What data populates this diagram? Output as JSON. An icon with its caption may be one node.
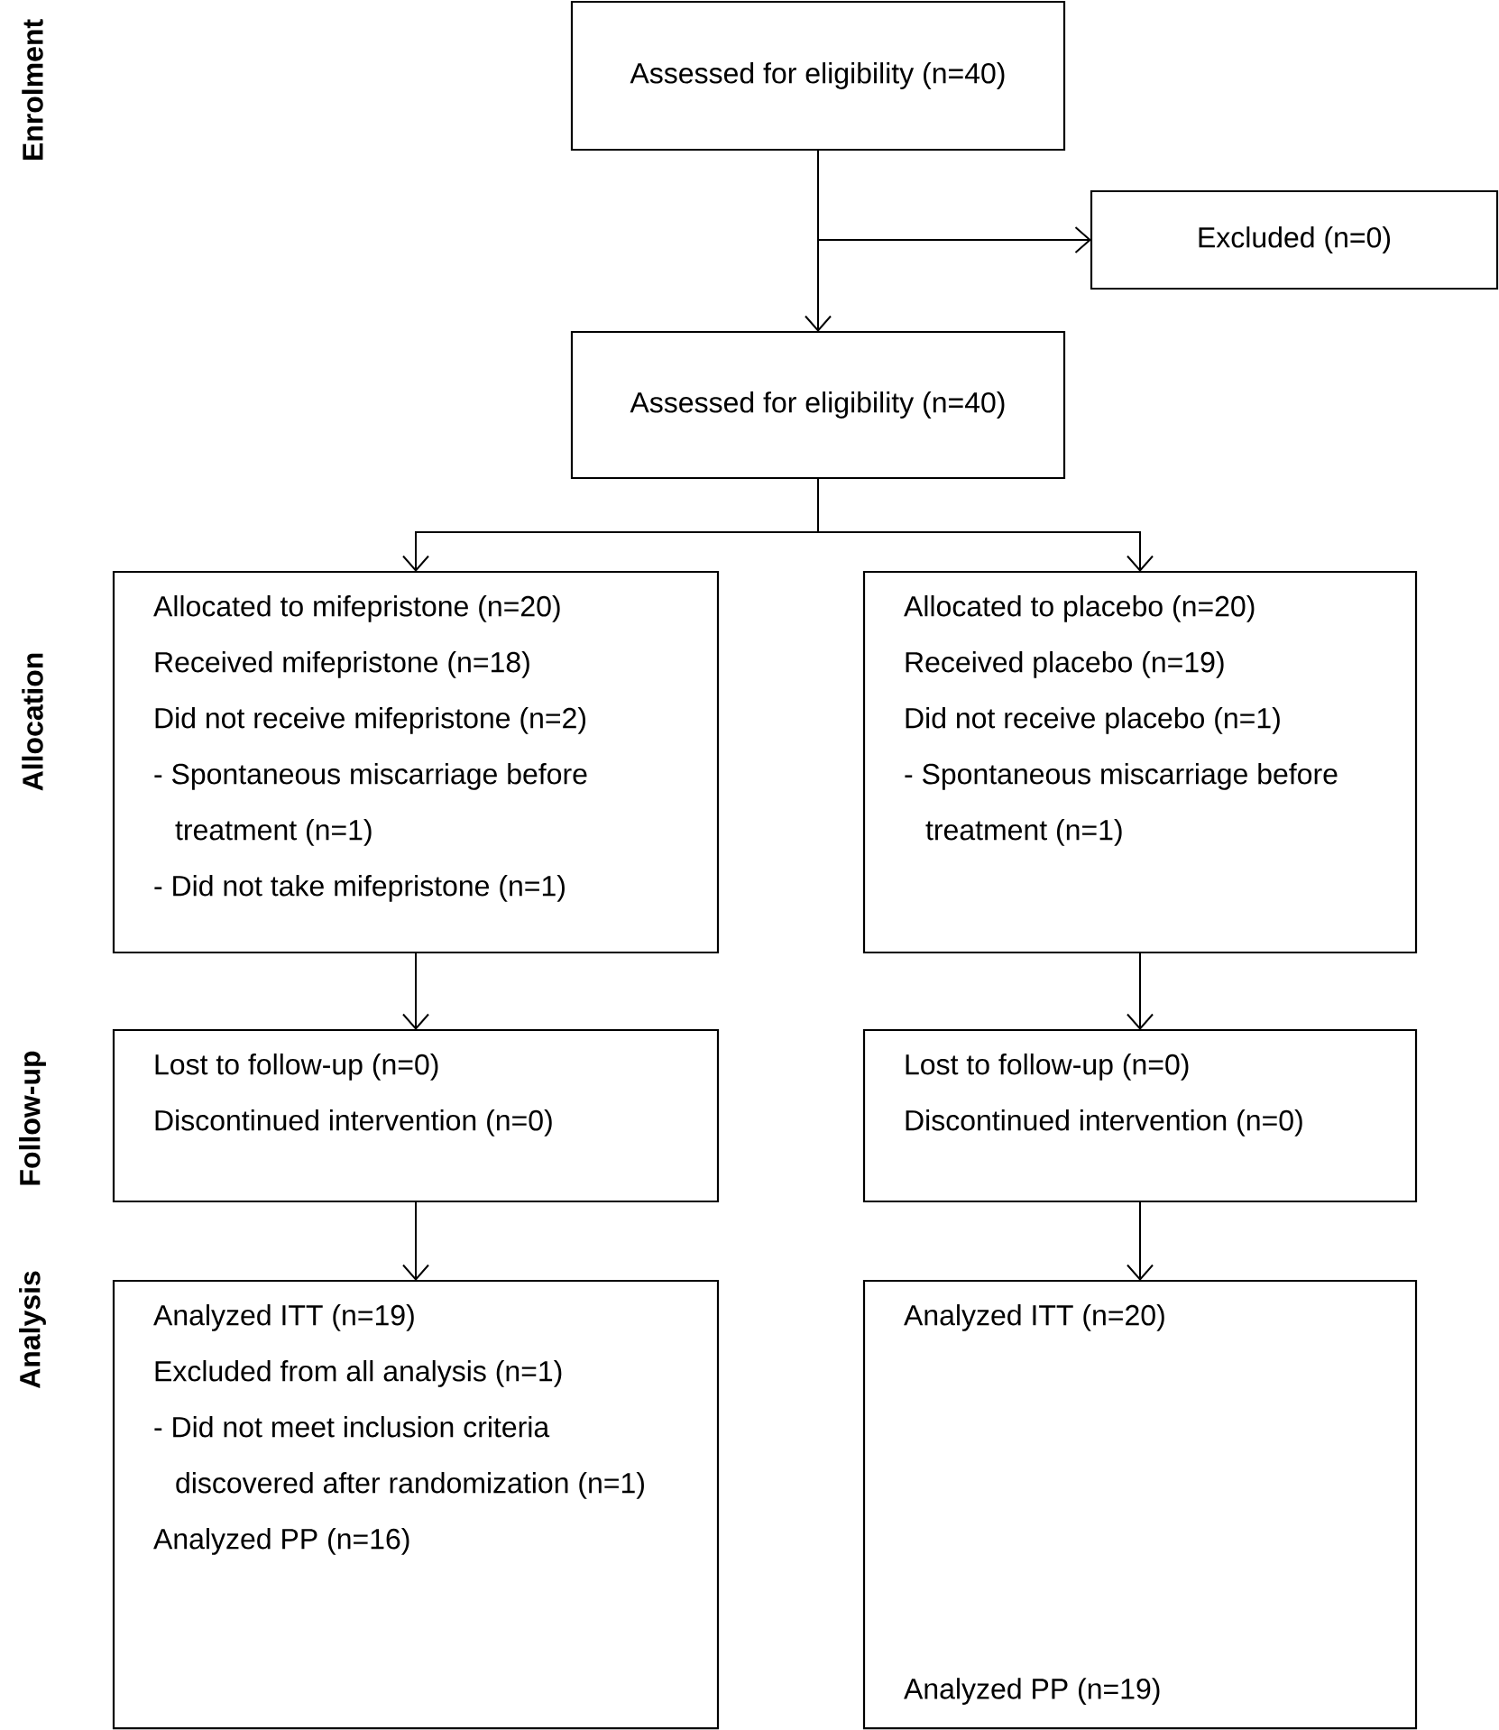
{
  "diagram": {
    "nodes": [
      {
        "text": [
          "Assessed for eligibility (n=40)"
        ]
      },
      {
        "text": [
          "Excluded (n=0)"
        ]
      },
      {
        "text": [
          "Assessed for eligibility (n=40)"
        ]
      },
      {
        "text": [
          "Allocated to mifepristone (n=20)",
          "Received mifepristone (n=18)",
          "Did not receive mifepristone (n=2)",
          "- Spontaneous miscarriage before treatment (n=1)",
          "- Did not take mifepristone (n=1)"
        ]
      },
      {
        "text": [
          "Allocated to placebo (n=20)",
          "Received placebo (n=19)",
          "Did not receive placebo (n=1)",
          "- Spontaneous miscarriage before treatment (n=1)"
        ]
      },
      {
        "text": [
          "Lost to follow-up (n=0)",
          "Discontinued intervention (n=0)"
        ]
      },
      {
        "text": [
          "Lost to follow-up (n=0)",
          "Discontinued intervention (n=0)"
        ]
      },
      {
        "text": [
          "Analyzed ITT (n=19)",
          "Excluded from all analysis (n=1)",
          "- Did not meet inclusion criteria discovered after randomization (n=1)",
          "Analyzed PP (n=16)"
        ]
      },
      {
        "text": [
          "Analyzed ITT (n=20)",
          "Analyzed PP (n=19)"
        ]
      }
    ],
    "edges": [
      {
        "from": 0,
        "to": 2,
        "arrow": "to"
      },
      {
        "from": 0,
        "to": 1,
        "arrow": "to"
      },
      {
        "from": 2,
        "to": 3,
        "arrow": "to"
      },
      {
        "from": 2,
        "to": 4,
        "arrow": "to"
      },
      {
        "from": 3,
        "to": 5,
        "arrow": "to"
      },
      {
        "from": 4,
        "to": 6,
        "arrow": "to"
      },
      {
        "from": 5,
        "to": 7,
        "arrow": "to"
      },
      {
        "from": 6,
        "to": 8,
        "arrow": "to"
      }
    ],
    "labels": [
      "Enrolment",
      "Allocation",
      "Follow-up",
      "Analysis"
    ]
  }
}
